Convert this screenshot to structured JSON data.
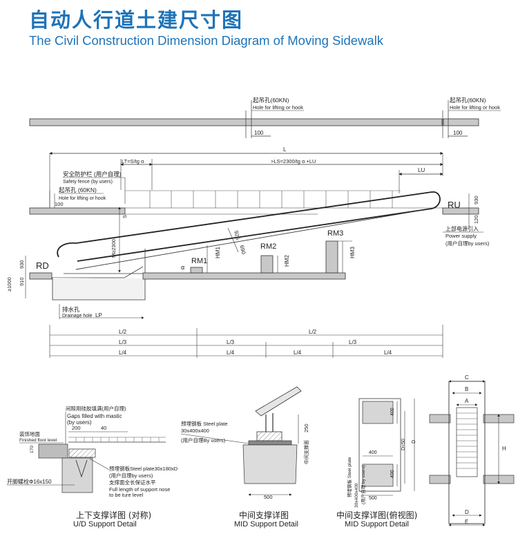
{
  "title_cn": "自动人行道土建尺寸图",
  "title_en": "The Civil Construction Dimension Diagram of Moving Sidewalk",
  "top_view": {
    "hole_left_cn": "起吊孔(60KN)",
    "hole_left_en": "Hole for lifting or hook",
    "hole_right_cn": "起吊孔(60KN)",
    "hole_right_en": "Hole for lifting or hook",
    "dim_100": "100"
  },
  "elevation": {
    "L": "L",
    "LT": "LT=S/tg α",
    "LS": ">LS=2300/tg α +LU",
    "LU": "LU",
    "fence_cn": "安全防护栏 (用户自理)",
    "fence_en": "Safety fence (by users)",
    "hook_cn": "起吊孔 (60KN)",
    "hook_en": "Hole for lifting or hook",
    "dim_100": "100",
    "S": "S",
    "M2300": "M≥2300",
    "d925": "925",
    "d690": "690",
    "RU": "RU",
    "RD": "RD",
    "RM1": "RM1",
    "RM2": "RM2",
    "RM3": "RM3",
    "HM1": "HM1",
    "HM2": "HM2",
    "HM3": "HM3",
    "alpha": "α",
    "d930_right": "930",
    "d120": "120",
    "power_cn": "上部电源引入",
    "power_en": "Power supply",
    "power_note": "(用户自理by users)",
    "d930_left": "930",
    "d910": "910",
    "d1000": "≥1000",
    "drain_cn": "排水孔",
    "drain_en": "Drainage hole",
    "LP": "LP",
    "row1": [
      "L/2",
      "L/2"
    ],
    "row2": [
      "L/3",
      "L/3",
      "L/3"
    ],
    "row3": [
      "L/4",
      "L/4",
      "L/4",
      "L/4"
    ]
  },
  "details": {
    "ud": {
      "gap_cn": "间隙用硅胶填满(用户自理)",
      "gap_en": "Gaps filled with mastic",
      "gap_en2": "(by users)",
      "d200": "200",
      "d40": "40",
      "floor_cn": "装饰地面",
      "floor_en": "Finished floor level",
      "d170": "170",
      "plate_en": "预埋钢板Steel plate30x180xD",
      "plate_users": "(用户自理by users)",
      "level_cn": "支撑面全长保证水平",
      "level_en": "Full length of support nose",
      "level_en2": "to be ture level",
      "bolt": "开脚螺栓Φ16x150",
      "cap_cn": "上下支撑详图 (对称)",
      "cap_en": "U/D Support Detail"
    },
    "mid": {
      "plate_cn": "预埋钢板 Steel plate",
      "plate_dim": "30x400x400",
      "plate_users": "(用户自理By users)",
      "d250": "250",
      "mid_cn": "中间支撑面",
      "d500": "500",
      "cap_cn": "中间支撑详图",
      "cap_en": "MID Support Detail"
    },
    "plan": {
      "d400a": "400",
      "d400b": "400",
      "d400c": "400",
      "d500": "500",
      "D50": "D=50",
      "D": "D",
      "plate_cn": "预埋钢板 Steel plate",
      "plate_dim": "30x400x400",
      "plate_users": "(用户自理 by users)",
      "cap_cn": "中间支撑详图(俯视图)",
      "cap_en": "MID Support Detail"
    },
    "section": {
      "C": "C",
      "B": "B",
      "A": "A",
      "H": "H",
      "D": "D",
      "E": "E"
    }
  }
}
